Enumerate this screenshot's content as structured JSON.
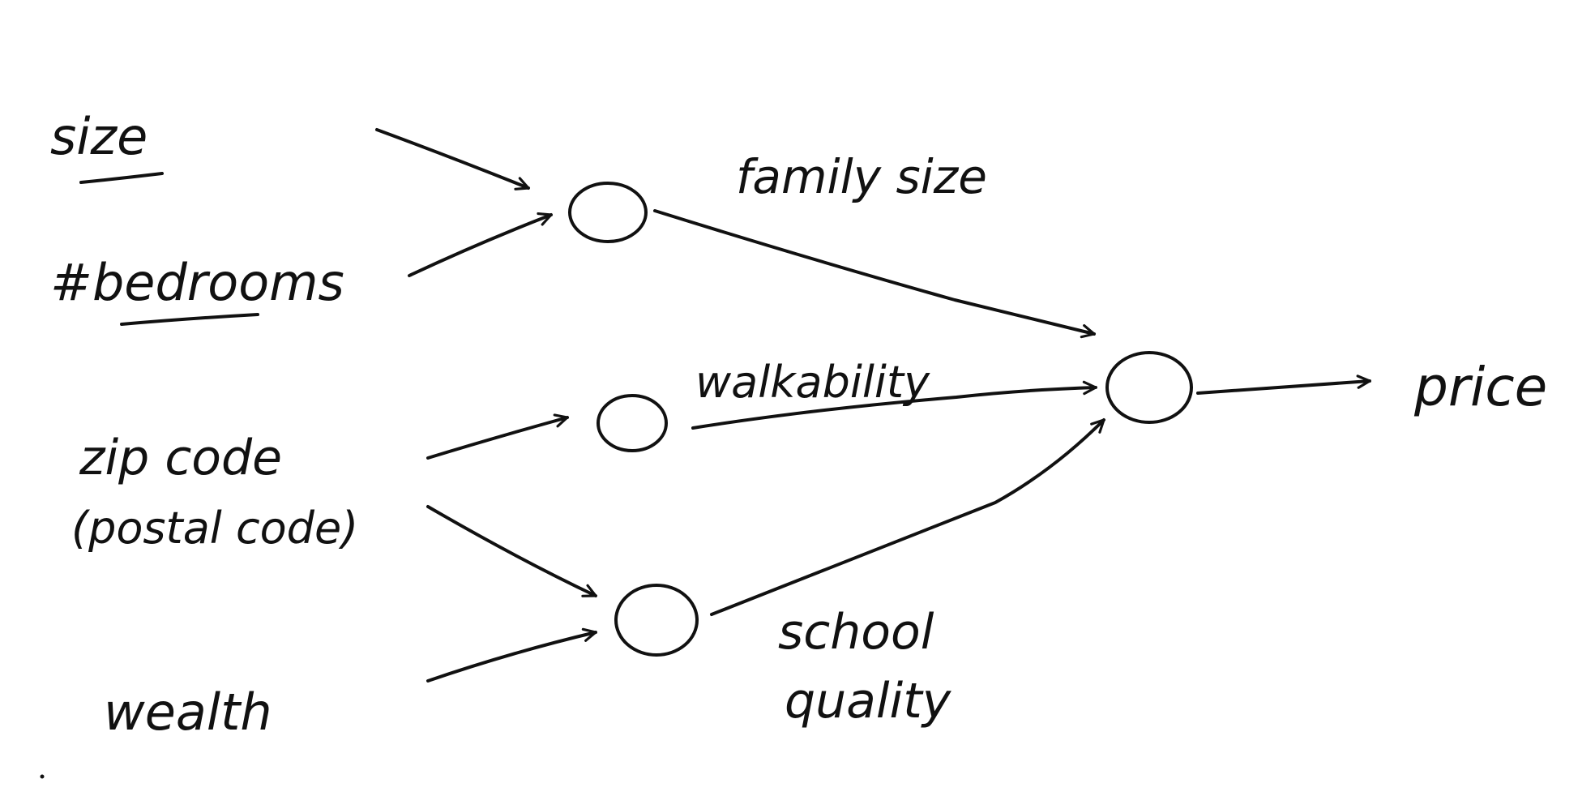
{
  "diagram": {
    "inputs": {
      "size": "size",
      "bedrooms": "#bedrooms",
      "zip_code": "zip code",
      "postal_code": "(postal code)",
      "wealth": "wealth"
    },
    "hidden": {
      "family_size": "family size",
      "walkability": "walkability",
      "school_quality_line1": "school",
      "school_quality_line2": "quality"
    },
    "output": {
      "price": "price"
    }
  },
  "style": {
    "ink_color": "#111111",
    "background": "#ffffff"
  }
}
